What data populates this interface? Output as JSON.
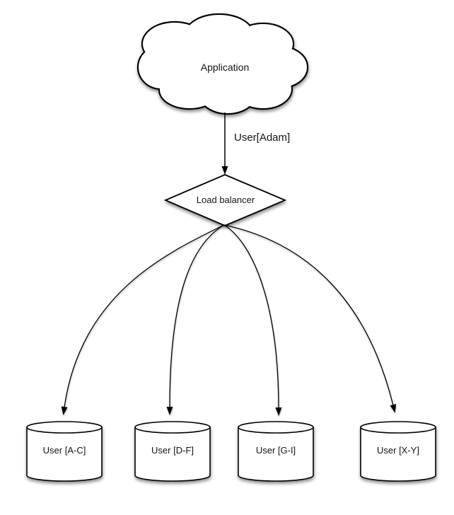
{
  "diagram": {
    "application": {
      "label": "Application",
      "shape": "cloud"
    },
    "edge_app_to_lb": {
      "label": "User[Adam]"
    },
    "load_balancer": {
      "label": "Load balancer",
      "shape": "diamond"
    },
    "shards": [
      {
        "label": "User [A-C]",
        "shape": "cylinder"
      },
      {
        "label": "User [D-F]",
        "shape": "cylinder"
      },
      {
        "label": "User [G-I]",
        "shape": "cylinder"
      },
      {
        "label": "User [X-Y]",
        "shape": "cylinder"
      }
    ],
    "colors": {
      "stroke": "#000000",
      "fill": "#ffffff",
      "text": "#131313",
      "shadow": "rgba(0,0,0,0.45)"
    }
  }
}
